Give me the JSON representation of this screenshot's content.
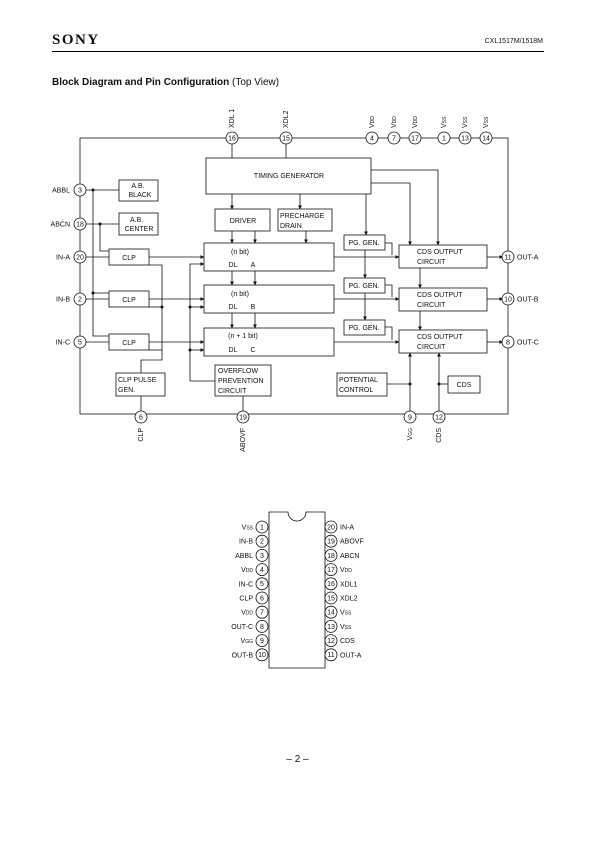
{
  "header": {
    "brand": "SONY",
    "part_number": "CXL1517M/1518M"
  },
  "title": {
    "bold": "Block Diagram and Pin Configuration",
    "suffix": " (Top View)"
  },
  "block_diagram": {
    "top_pins": [
      {
        "num": "16",
        "name": "XDL 1"
      },
      {
        "num": "15",
        "name": "XDL2"
      },
      {
        "num": "4",
        "name": "VDD"
      },
      {
        "num": "7",
        "name": "VDD"
      },
      {
        "num": "17",
        "name": "VDD"
      },
      {
        "num": "1",
        "name": "VSS"
      },
      {
        "num": "13",
        "name": "VSS"
      },
      {
        "num": "14",
        "name": "VSS"
      }
    ],
    "left_pins": [
      {
        "num": "3",
        "name": "ABBL"
      },
      {
        "num": "18",
        "name": "ABCN"
      },
      {
        "num": "20",
        "name": "IN-A"
      },
      {
        "num": "2",
        "name": "IN-B"
      },
      {
        "num": "5",
        "name": "IN-C"
      }
    ],
    "right_pins": [
      {
        "num": "11",
        "name": "OUT-A"
      },
      {
        "num": "10",
        "name": "OUT-B"
      },
      {
        "num": "8",
        "name": "OUT-C"
      }
    ],
    "bottom_pins": [
      {
        "num": "6",
        "name": "CLP"
      },
      {
        "num": "19",
        "name": "ABOVF"
      },
      {
        "num": "9",
        "name": "VGG"
      },
      {
        "num": "12",
        "name": "CDS"
      }
    ],
    "blocks": {
      "timing_generator": "TIMING GENERATOR",
      "ab_black": [
        "A.B.",
        "BLACK"
      ],
      "ab_center": [
        "A.B.",
        "CENTER"
      ],
      "driver": "DRIVER",
      "precharge_drain": [
        "PRECHARGE",
        "DRAIN"
      ],
      "clp": "CLP",
      "delay_lines": [
        {
          "bits": "(n bit)",
          "label": "DL",
          "channel": "A"
        },
        {
          "bits": "(n bit)",
          "label": "DL",
          "channel": "B"
        },
        {
          "bits": "(n + 1 bit)",
          "label": "DL",
          "channel": "C"
        }
      ],
      "pg_gen": "PG. GEN.",
      "cds_output": [
        "CDS OUTPUT",
        "CIRCUIT"
      ],
      "cds_output_b": [
        "CDS  OUTPUT",
        "CIRCUIT"
      ],
      "overflow": [
        "OVERFLOW",
        "PREVENTION",
        "CIRCUIT"
      ],
      "clp_pulse": [
        "CLP PULSE",
        "GEN."
      ],
      "potential": [
        "POTENTIAL",
        "CONTROL"
      ],
      "cds": "CDS"
    }
  },
  "pin_config": {
    "left": [
      {
        "num": "1",
        "name": "VSS"
      },
      {
        "num": "2",
        "name": "IN-B"
      },
      {
        "num": "3",
        "name": "ABBL"
      },
      {
        "num": "4",
        "name": "VDD"
      },
      {
        "num": "5",
        "name": "IN-C"
      },
      {
        "num": "6",
        "name": "CLP"
      },
      {
        "num": "7",
        "name": "VDD"
      },
      {
        "num": "8",
        "name": "OUT-C"
      },
      {
        "num": "9",
        "name": "VGG"
      },
      {
        "num": "10",
        "name": "OUT-B"
      }
    ],
    "right": [
      {
        "num": "20",
        "name": "IN-A"
      },
      {
        "num": "19",
        "name": "ABOVF"
      },
      {
        "num": "18",
        "name": "ABCN"
      },
      {
        "num": "17",
        "name": "VDD"
      },
      {
        "num": "16",
        "name": "XDL1"
      },
      {
        "num": "15",
        "name": "XDL2"
      },
      {
        "num": "14",
        "name": "VSS"
      },
      {
        "num": "13",
        "name": "VSS"
      },
      {
        "num": "12",
        "name": "CDS"
      },
      {
        "num": "11",
        "name": "OUT-A"
      }
    ]
  },
  "footer": {
    "page": "– 2 –"
  }
}
